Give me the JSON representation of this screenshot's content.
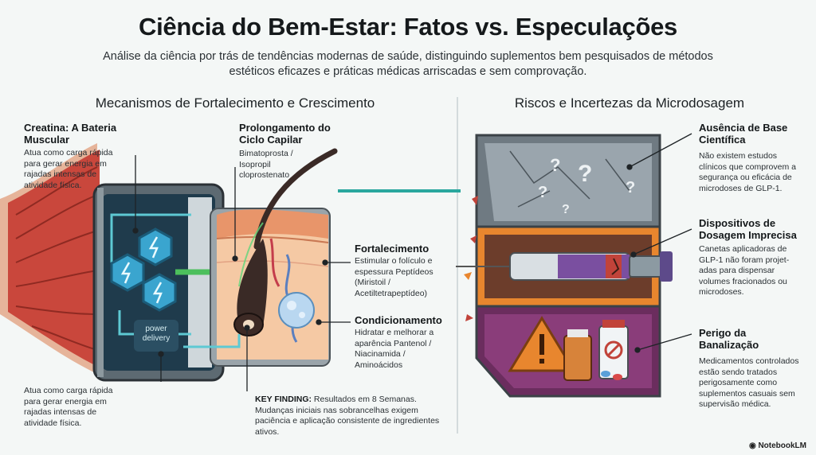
{
  "header": {
    "title": "Ciência do Bem-Estar: Fatos vs. Especulações",
    "subtitle": "Análise da ciência por trás de tendências modernas de saúde, distinguindo suplementos bem pesquisados de métodos estéticos eficazes e práticas médicas arriscadas e sem comprovação."
  },
  "left_section": {
    "heading": "Mecanismos de Fortalecimento e Crescimento",
    "creatina": {
      "title": "Creatina: A Bateria Muscular",
      "text": "Atua como carga rápida para gerar energia em rajadas intensas de atividade física."
    },
    "prolongamento": {
      "title": "Prolongamento do Ciclo Capilar",
      "text": "Bimatoprosta / Isopropil cloprostenato"
    },
    "fortalecimento": {
      "title": "Fortalecimento",
      "text": "Estimular o folículo e espessura Peptídeos (Miristoil / Acetiltetrapeptídeo)"
    },
    "condicionamento": {
      "title": "Condicionamento",
      "text": "Hidratar e melhorar a aparência Pantenol / Niacinamida / Aminoácidos"
    },
    "power_label": "power delivery",
    "bottom_left_text": "Atua como carga rápida para gerar energia em rajadas intensas de atividade física.",
    "key_finding": {
      "label": "KEY FINDING:",
      "headline": "Resultados em 8 Semanas.",
      "text": "Mudanças iniciais nas sobrancelhas exigem paciência e aplicação consistente de ingredientes ativos."
    }
  },
  "right_section": {
    "heading": "Riscos e Incertezas da Microdosagem",
    "ausencia": {
      "title": "Ausência de Base Científica",
      "text": "Não existem estudos clínicos que comprovem a segurança ou eficácia de microdoses de GLP-1."
    },
    "dispositivos": {
      "title": "Dispositivos de Dosagem Imprecisa",
      "text": "Canetas aplicadoras de GLP-1 não foram projet- adas para dispensar volumes fracionados ou microdoses."
    },
    "perigo": {
      "title": "Perigo da Banalização",
      "text": "Medicamentos controlados estão sendo tratados perigosamente como suplementos casuais sem supervisão médica."
    }
  },
  "footer": {
    "brand": "NotebookLM"
  },
  "colors": {
    "muscle": "#c9473c",
    "battery_teal": "#37b0b5",
    "hexagon_blue": "#3aa5cf",
    "skin": "#e9a77a",
    "vault_grey": "#6f7a82",
    "syringe_purple": "#7a4fa0",
    "warning_orange": "#e8862e",
    "danger_purple": "#6b2d5e"
  }
}
